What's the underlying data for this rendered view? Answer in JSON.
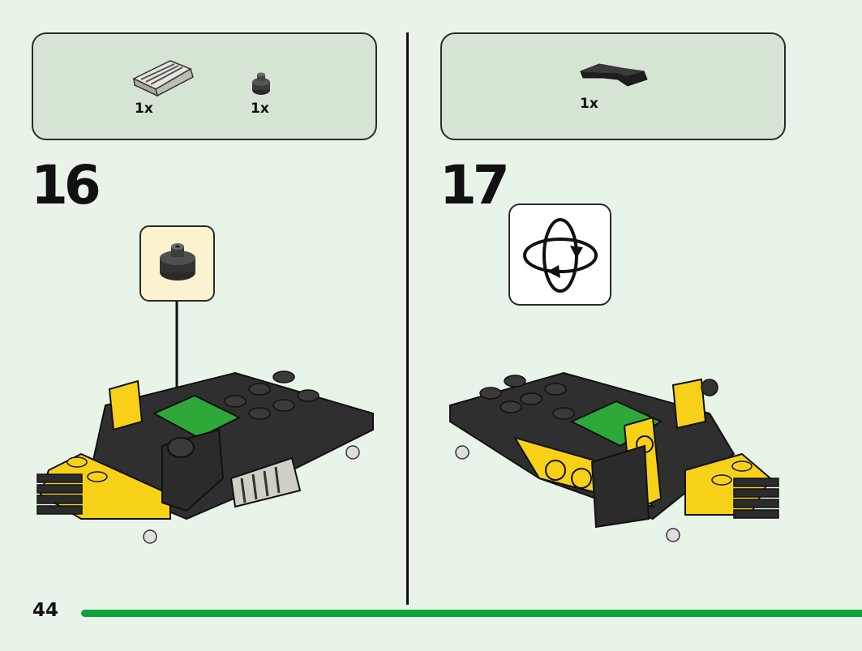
{
  "steps": [
    {
      "number": "16",
      "parts": [
        {
          "qty": "1x",
          "icon": "grille-slope-brick-icon",
          "color": "#cfcfc4"
        },
        {
          "qty": "1x",
          "icon": "round-plate-icon",
          "color": "#2a2a2a"
        }
      ]
    },
    {
      "number": "17",
      "parts": [
        {
          "qty": "1x",
          "icon": "angled-plate-icon",
          "color": "#1e1e1e"
        }
      ]
    }
  ],
  "page_number": "44",
  "colors": {
    "background": "#e9f4e8",
    "parts_box": "#d6e5d3",
    "callout": "#fbf2cf",
    "progress": "#0aa63d",
    "yellow": "#f7d117",
    "green": "#2fa83a",
    "dark": "#2b2b2b"
  }
}
